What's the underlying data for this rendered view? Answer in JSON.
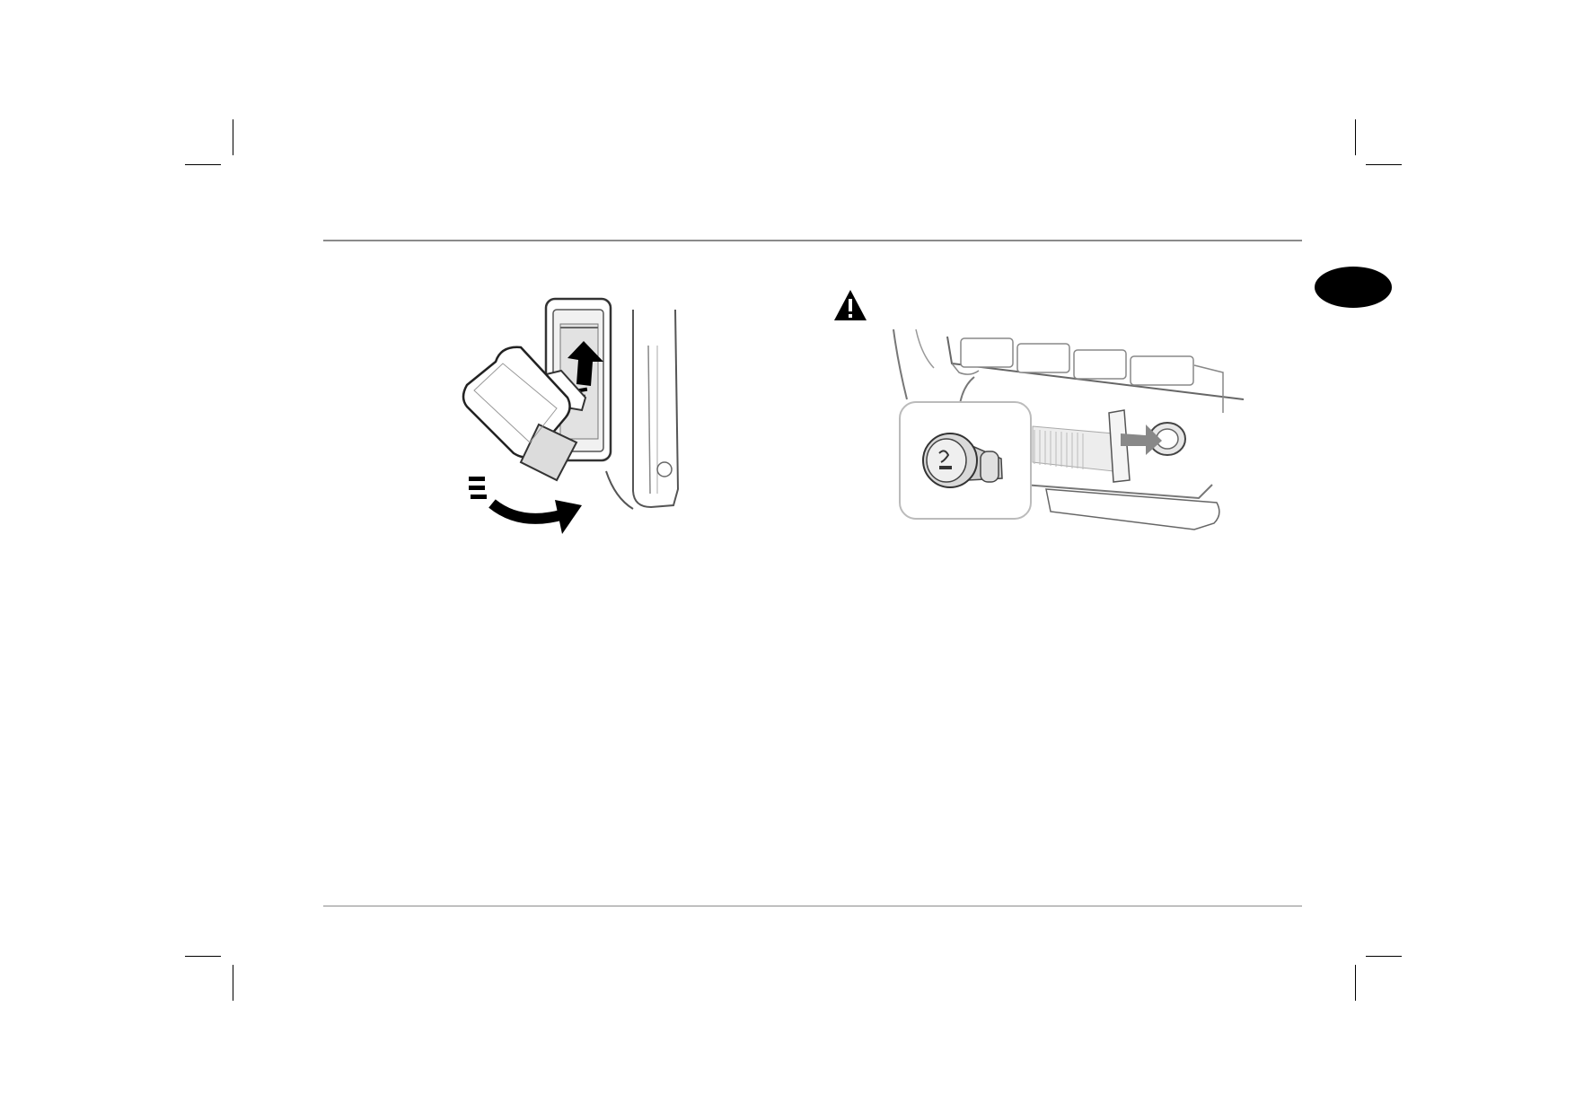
{
  "page": {
    "section_tab": {
      "color": "#000000",
      "label": ""
    },
    "rule_color": "#8a8a8a",
    "figure_left": {
      "subject": "socket-cover-removal",
      "arrows": [
        "up-arrow",
        "curved-arrow"
      ]
    },
    "figure_right": {
      "subject": "cigar-lighter-socket",
      "inset": "cigar-lighter-plug",
      "arrows": [
        "insert-arrow"
      ]
    },
    "warning": {
      "icon": "warning-triangle-icon",
      "symbol": "!"
    }
  }
}
